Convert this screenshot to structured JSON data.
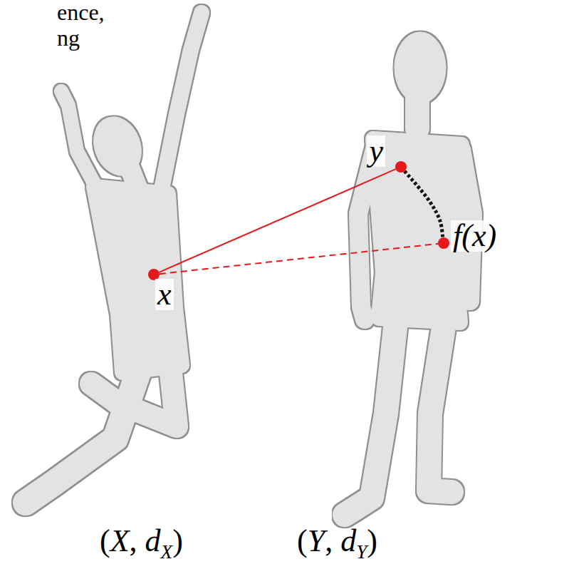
{
  "diagram": {
    "nodes": [
      {
        "text": [
          "x"
        ]
      },
      {
        "text": [
          "y"
        ]
      },
      {
        "text": [
          "f(x)"
        ]
      }
    ],
    "edges": [
      {
        "from": 0,
        "to": 1,
        "arrow": "none"
      },
      {
        "from": 0,
        "to": 2,
        "arrow": "none"
      },
      {
        "from": 1,
        "to": 2,
        "arrow": "none"
      }
    ],
    "labels": [
      "ence,",
      "ng",
      "(X, dX)",
      "(Y, dY)"
    ]
  }
}
